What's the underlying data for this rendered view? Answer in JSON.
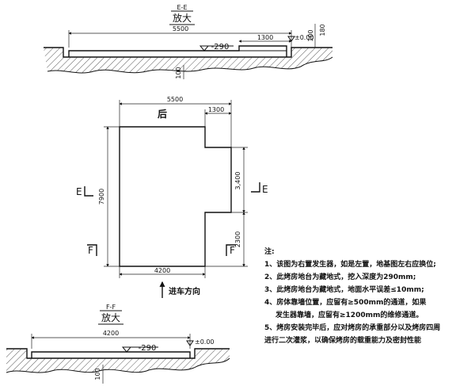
{
  "section_top": {
    "mark": "E-E",
    "title": "放大",
    "dim_total": "5500",
    "dim_step": "1300",
    "level_zero": "±0.00",
    "depth": "-290",
    "dim_100_a": "100",
    "dim_180": "180",
    "dim_100_b": "100"
  },
  "plan": {
    "dim_total": "5500",
    "dim_step": "1300",
    "rear_label": "后",
    "dim_height": "7900",
    "dim_right_upper": "3,400",
    "dim_right_lower": "2300",
    "dim_bottom": "4200",
    "entry_label": "进车方向",
    "cut_e_left": "E",
    "cut_e_right": "E",
    "cut_f_left": "F",
    "cut_f_right": "F"
  },
  "section_bottom": {
    "mark": "F-F",
    "title": "放大",
    "dim_total": "4200",
    "level_zero": "±0.00",
    "depth": "-290",
    "dim_100": "100"
  },
  "notes": {
    "heading": "注:",
    "line1": "1、该图为右置发生器，如是左置，地基图左右应换位;",
    "line2": "2、此烤房地台为藏地式，挖入深度为290mm;",
    "line3": "3、此烤房地台为藏地式，地面水平误差≤10mm;",
    "line4a": "4、房体靠墙位置，应留有≥500mm的通道，如果",
    "line4b": "发生器靠墙，应留有≥1200mm的维修通道。",
    "line5a": "5、烤房安装完毕后，应对烤房的承重部分以及烤房四周",
    "line5b": "进行二次灌浆，以确保烤房的载重能力及密封性能"
  }
}
